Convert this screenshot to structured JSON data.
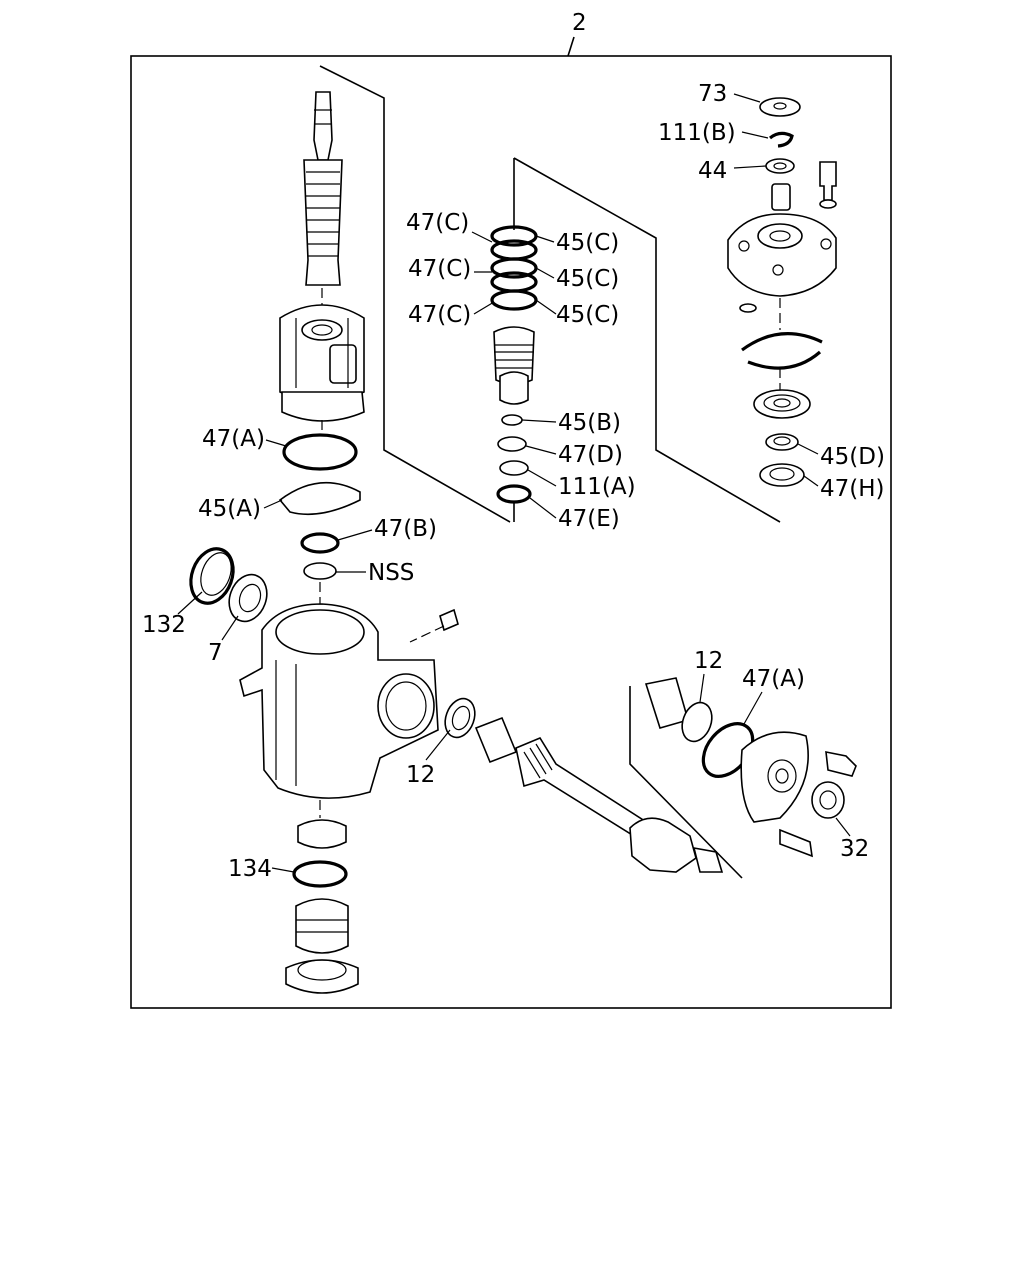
{
  "diagram": {
    "assembly_number": "2",
    "labels": {
      "l73": "73",
      "l111b": "111(B)",
      "l44": "44",
      "l47c_1": "47(C)",
      "l47c_2": "47(C)",
      "l47c_3": "47(C)",
      "l45c_1": "45(C)",
      "l45c_2": "45(C)",
      "l45c_3": "45(C)",
      "l45b": "45(B)",
      "l47d": "47(D)",
      "l111a": "111(A)",
      "l47e": "47(E)",
      "l45d": "45(D)",
      "l47h": "47(H)",
      "l47a_left": "47(A)",
      "l45a": "45(A)",
      "l47b": "47(B)",
      "lnss": "NSS",
      "l132": "132",
      "l7": "7",
      "l12_left": "12",
      "l12_right": "12",
      "l47a_right": "47(A)",
      "l32": "32",
      "l134": "134"
    }
  }
}
